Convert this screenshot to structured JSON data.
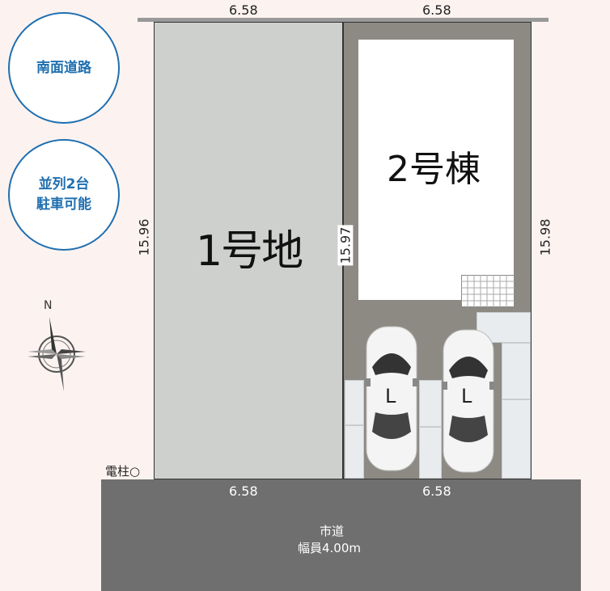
{
  "badges": {
    "road": "南面道路",
    "parking_line1": "並列2台",
    "parking_line2": "駐車可能"
  },
  "compass": {
    "north_label": "N"
  },
  "dimensions": {
    "top_left": "6.58",
    "top_right": "6.58",
    "bottom_left": "6.58",
    "bottom_right": "6.58",
    "left": "15.96",
    "middle": "15.97",
    "right": "15.98"
  },
  "lots": {
    "lot1": "1号地",
    "building2": "2号棟"
  },
  "cars": {
    "car1": "L",
    "car2": "L"
  },
  "pole_label": "電柱○",
  "road": {
    "name": "市道",
    "width": "幅員4.00m"
  },
  "colors": {
    "badge_blue": "#1f6fb0",
    "lot_gray": "#ced0ce",
    "lot2_ground": "#8c8a83",
    "road": "#6f6f6f"
  }
}
